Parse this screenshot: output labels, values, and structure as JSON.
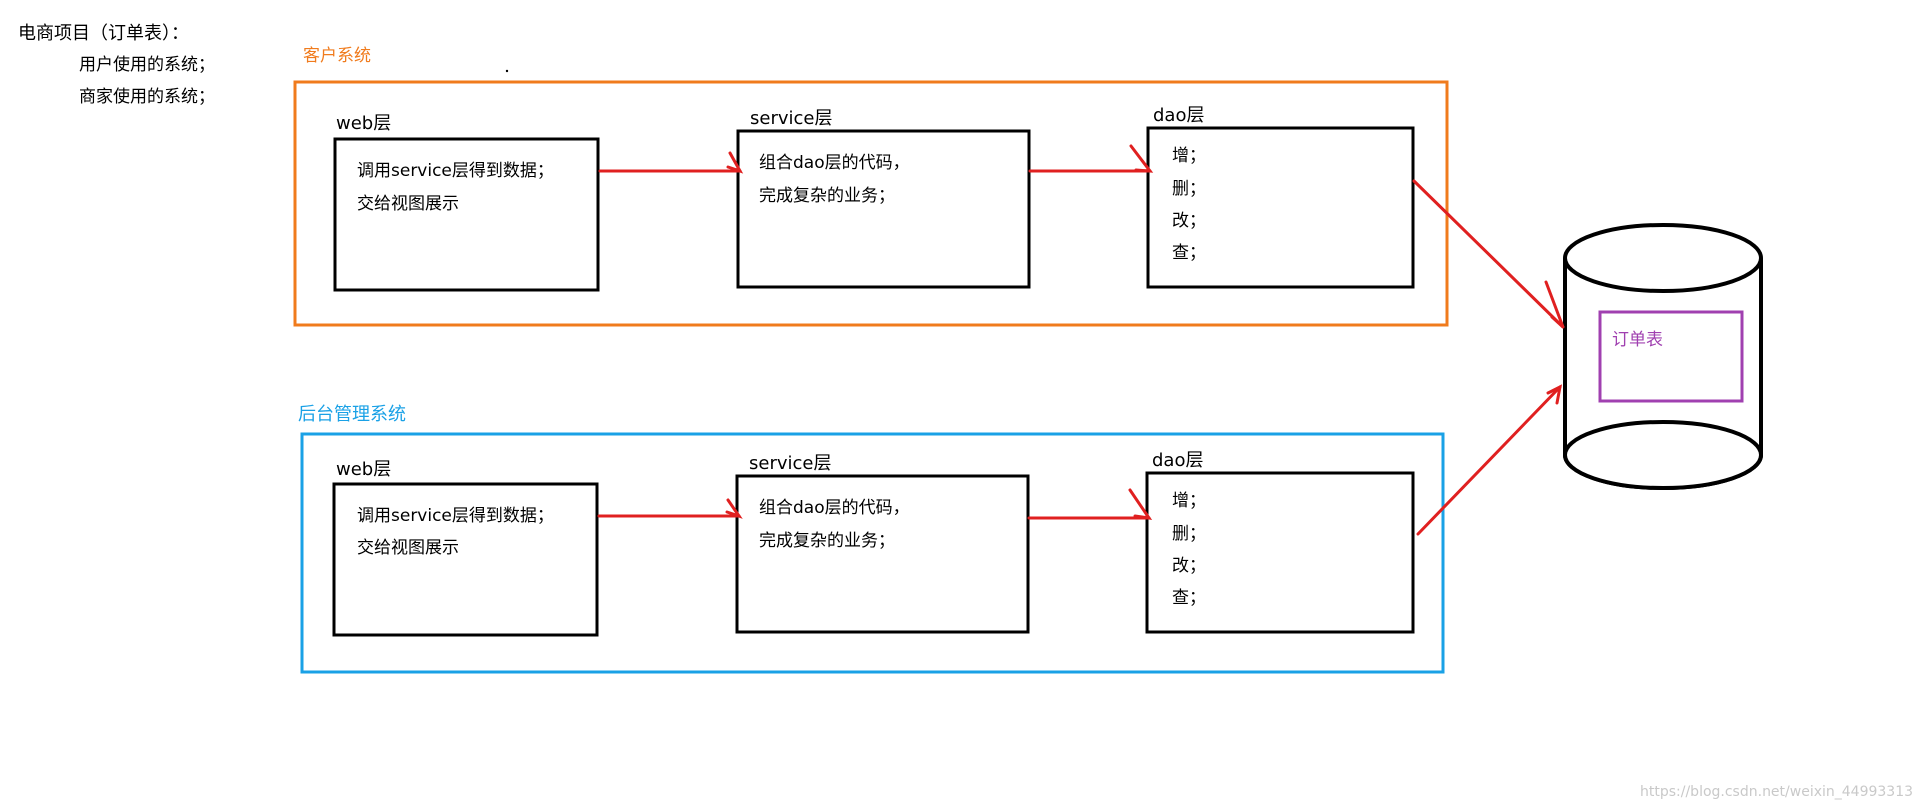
{
  "header": {
    "title": "电商项目（订单表）：",
    "items": [
      "用户使用的系统；",
      "商家使用的系统；"
    ]
  },
  "customer_system": {
    "label": "客户系统",
    "web": {
      "title": "web层",
      "lines": [
        "调用service层得到数据；",
        "交给视图展示"
      ]
    },
    "service": {
      "title": "service层",
      "lines": [
        "组合dao层的代码，",
        "完成复杂的业务；"
      ]
    },
    "dao": {
      "title": "dao层",
      "lines": [
        "增；",
        "删；",
        "改；",
        "查；"
      ]
    }
  },
  "admin_system": {
    "label": "后台管理系统",
    "web": {
      "title": "web层",
      "lines": [
        "调用service层得到数据；",
        "交给视图展示"
      ]
    },
    "service": {
      "title": "service层",
      "lines": [
        "组合dao层的代码，",
        "完成复杂的业务；"
      ]
    },
    "dao": {
      "title": "dao层",
      "lines": [
        "增；",
        "删；",
        "改；",
        "查；"
      ]
    }
  },
  "database": {
    "table_label": "订单表"
  },
  "watermark": "https://blog.csdn.net/weixin_44993313",
  "colors": {
    "customer_frame": "#f07b1d",
    "admin_frame": "#1aa1e6",
    "arrow": "#e02020",
    "table_box": "#a040b0",
    "box_stroke": "#000000"
  }
}
